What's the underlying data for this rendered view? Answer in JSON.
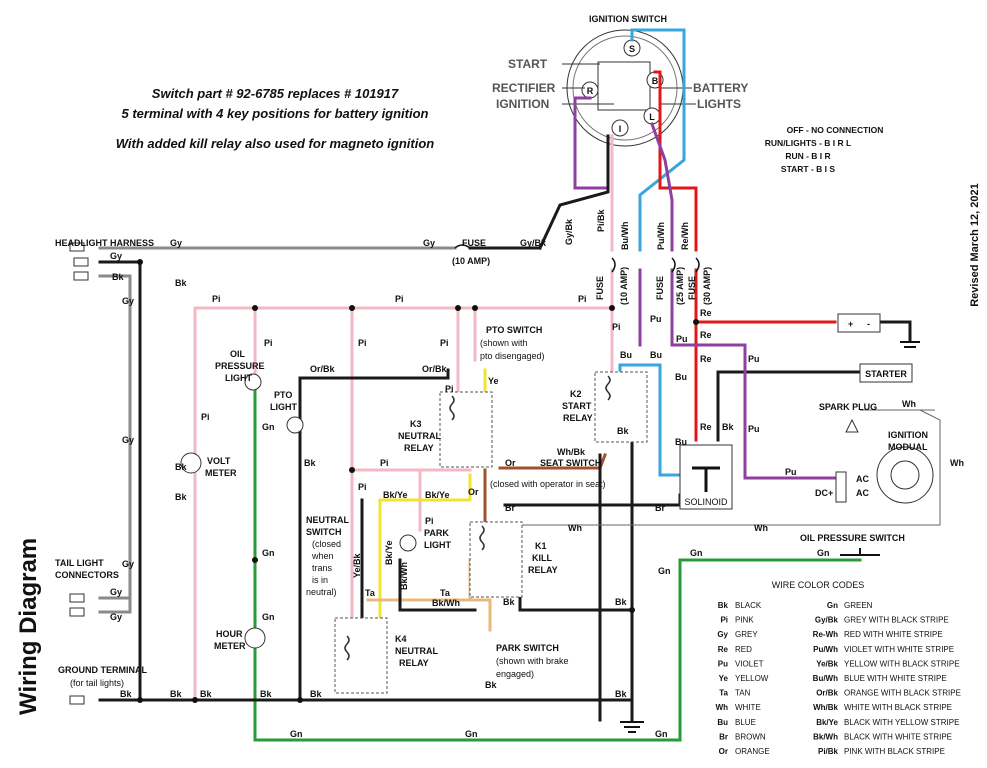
{
  "header": {
    "line1": "Switch part # 92-6785 replaces # 101917",
    "line2": "5 terminal with 4 key positions for battery ignition",
    "line3": "With added kill relay also used for magneto ignition"
  },
  "ignition": {
    "title": "IGNITION SWITCH",
    "start": "START",
    "rectifier": "RECTIFIER",
    "ignition": "IGNITION",
    "battery": "BATTERY",
    "lights": "LIGHTS",
    "term_s": "S",
    "term_r": "R",
    "term_i": "I",
    "term_l": "L",
    "term_b": "B"
  },
  "positions": {
    "off": "OFF - NO CONNECTION",
    "run_lights": "RUN/LIGHTS - B I R L",
    "run": "RUN - B I R",
    "start": "START - B I S"
  },
  "revised": "Revised March 12, 2021",
  "title": "Wiring Diagram",
  "labels": {
    "headlight": "HEADLIGHT HARNESS",
    "gy": "Gy",
    "bk": "Bk",
    "pi": "Pi",
    "re": "Re",
    "pu": "Pu",
    "bu": "Bu",
    "gn": "Gn",
    "wh": "Wh",
    "br": "Br",
    "or": "Or",
    "ye": "Ye",
    "ta": "Ta",
    "gybk": "Gy/Bk",
    "pibk": "Pi/Bk",
    "buwh": "Bu/Wh",
    "puwh": "Pu/Wh",
    "rewh": "Re/Wh",
    "orbk": "Or/Bk",
    "bkye": "Bk/Ye",
    "yebk": "Ye/Bk",
    "bkwh": "Bk/Wh",
    "whbk": "Wh/Bk",
    "fuse": "FUSE",
    "fuse10": "(10 AMP)",
    "fuse10b": "(10 AMP)",
    "fuse25": "(25 AMP)",
    "fuse30": "(30 AMP)",
    "oil1": "OIL",
    "oil2": "PRESSURE",
    "oil3": "LIGHT",
    "pto1": "PTO",
    "pto2": "LIGHT",
    "volt1": "VOLT",
    "volt2": "METER",
    "ptosw1": "PTO SWITCH",
    "ptosw2": "(shown with",
    "ptosw3": "pto disengaged)",
    "k3a": "K3",
    "k3b": "NEUTRAL",
    "k3c": "RELAY",
    "k2a": "K2",
    "k2b": "START",
    "k2c": "RELAY",
    "seat1": "SEAT SWITCH",
    "seat2": "(closed with operator in seat)",
    "k1a": "K1",
    "k1b": "KILL",
    "k1c": "RELAY",
    "neut1": "NEUTRAL",
    "neut2": "SWITCH",
    "neut3": "(closed",
    "neut4": "when",
    "neut5": "trans",
    "neut6": "is in",
    "neut7": "neutral)",
    "park1": "PARK",
    "park2": "LIGHT",
    "hour1": "HOUR",
    "hour2": "METER",
    "k4a": "K4",
    "k4b": "NEUTRAL",
    "k4c": "RELAY",
    "parksw1": "PARK SWITCH",
    "parksw2": "(shown with brake",
    "parksw3": "engaged)",
    "tail1": "TAIL LIGHT",
    "tail2": "CONNECTORS",
    "gnd1": "GROUND TERMINAL",
    "gnd2": "(for tail lights)",
    "starter": "STARTER",
    "spark": "SPARK PLUG",
    "ign1": "IGNITION",
    "ign2": "MODUAL",
    "ac1": "AC",
    "ac2": "AC",
    "dcp": "DC+",
    "solenoid": "SOLINOID",
    "oilsw": "OIL PRESSURE SWITCH",
    "plus": "+",
    "minus": "-"
  },
  "color_codes": {
    "title": "WIRE COLOR CODES",
    "left": [
      [
        "Bk",
        "BLACK"
      ],
      [
        "Pi",
        "PINK"
      ],
      [
        "Gy",
        "GREY"
      ],
      [
        "Re",
        "RED"
      ],
      [
        "Pu",
        "VIOLET"
      ],
      [
        "Ye",
        "YELLOW"
      ],
      [
        "Ta",
        "TAN"
      ],
      [
        "Wh",
        "WHITE"
      ],
      [
        "Bu",
        "BLUE"
      ],
      [
        "Br",
        "BROWN"
      ],
      [
        "Or",
        "ORANGE"
      ]
    ],
    "right": [
      [
        "Gn",
        "GREEN"
      ],
      [
        "Gy/Bk",
        "GREY WITH BLACK STRIPE"
      ],
      [
        "Re-Wh",
        "RED WITH WHITE STRIPE"
      ],
      [
        "Pu/Wh",
        "VIOLET WITH WHITE STRIPE"
      ],
      [
        "Ye/Bk",
        "YELLOW WITH BLACK STRIPE"
      ],
      [
        "Bu/Wh",
        "BLUE WITH WHITE STRIPE"
      ],
      [
        "Or/Bk",
        "ORANGE WITH BLACK STRIPE"
      ],
      [
        "Wh/Bk",
        "WHITE WITH BLACK STRIPE"
      ],
      [
        "Bk/Ye",
        "BLACK WITH YELLOW STRIPE"
      ],
      [
        "Bk/Wh",
        "BLACK WITH WHITE STRIPE"
      ],
      [
        "Pi/Bk",
        "PINK WITH BLACK STRIPE"
      ]
    ]
  },
  "colors": {
    "black": "#1a1a1a",
    "grey": "#8a8a8a",
    "pink": "#f3b8c4",
    "red": "#e01818",
    "violet": "#8e3fa0",
    "blue": "#39a5dd",
    "green": "#2a9a3a",
    "brown": "#a0522d",
    "tan": "#e8b878",
    "yellow": "#f2e330",
    "orange": "#e07a2a"
  }
}
